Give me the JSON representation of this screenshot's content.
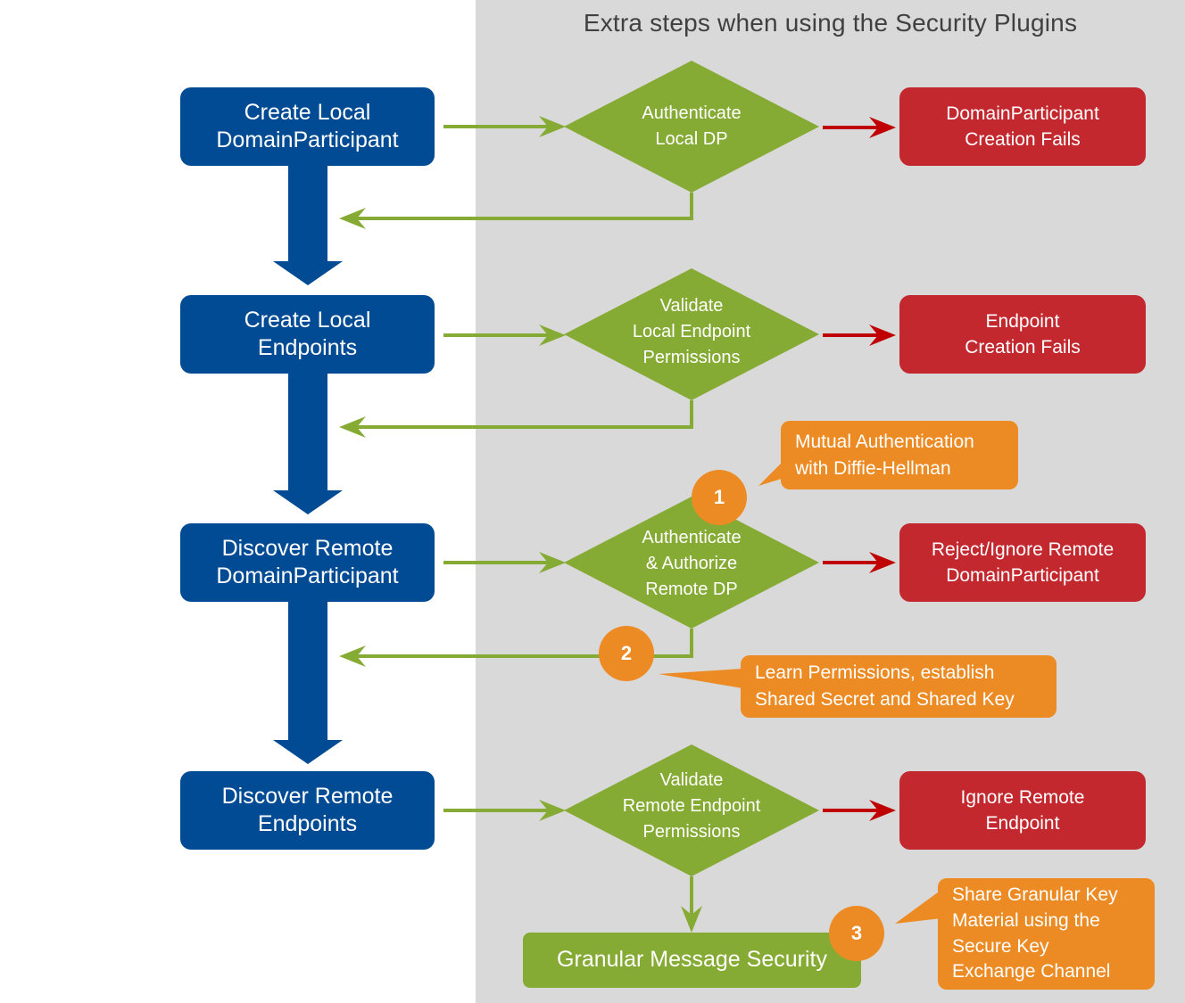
{
  "panel": {
    "title": "Extra steps when using the Security Plugins"
  },
  "colors": {
    "blue": "#004b93",
    "green": "#86ab35",
    "red": "#c3282f",
    "orange": "#ec8b24",
    "panel_bg": "#d9d9d9"
  },
  "steps": [
    {
      "label": "Create Local\nDomainParticipant"
    },
    {
      "label": "Create Local\nEndpoints"
    },
    {
      "label": "Discover Remote\nDomainParticipant"
    },
    {
      "label": "Discover Remote\nEndpoints"
    }
  ],
  "checks": [
    {
      "label": "Authenticate\nLocal DP"
    },
    {
      "label": "Validate\nLocal Endpoint\nPermissions"
    },
    {
      "label": "Authenticate\n& Authorize\nRemote DP"
    },
    {
      "label": "Validate\nRemote Endpoint\nPermissions"
    }
  ],
  "failures": [
    {
      "label": "DomainParticipant\nCreation Fails"
    },
    {
      "label": "Endpoint\nCreation Fails"
    },
    {
      "label": "Reject/Ignore Remote\nDomainParticipant"
    },
    {
      "label": "Ignore Remote\nEndpoint"
    }
  ],
  "result": {
    "label": "Granular Message Security"
  },
  "callouts": [
    {
      "number": "1",
      "text": "Mutual Authentication\nwith Diffie-Hellman"
    },
    {
      "number": "2",
      "text": "Learn Permissions,  establish\nShared Secret and Shared Key"
    },
    {
      "number": "3",
      "text": "Share Granular Key\nMaterial using the\nSecure Key\nExchange Channel"
    }
  ]
}
